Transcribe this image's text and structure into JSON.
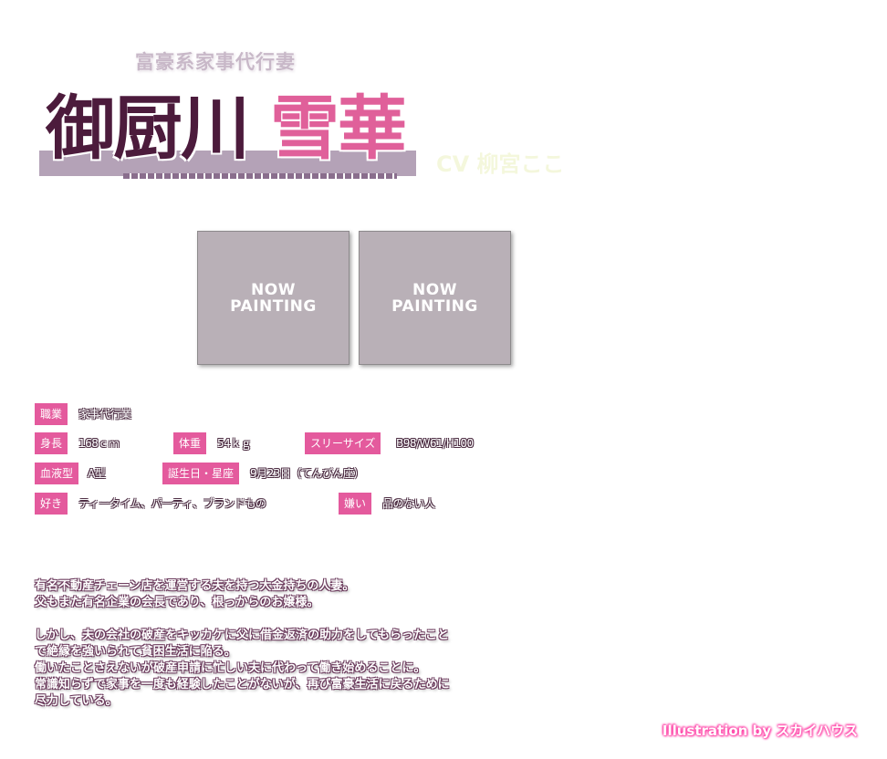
{
  "header": {
    "tagline": "富豪系家事代行妻",
    "name_family": "御厨川",
    "name_given": "雪華",
    "cv": "CV 柳宮ここ"
  },
  "thumbnails": [
    {
      "line1": "NOW",
      "line2": "PAINTING"
    },
    {
      "line1": "NOW",
      "line2": "PAINTING"
    }
  ],
  "profile": {
    "occupation_label": "職業",
    "occupation_value": "家事代行業",
    "height_label": "身長",
    "height_value": "168ｃｍ",
    "weight_label": "体重",
    "weight_value": "54ｋｇ",
    "sizes_label": "スリーサイズ",
    "sizes_value": "B98/W61/H100",
    "blood_label": "血液型",
    "blood_value": "A型",
    "birthday_label": "誕生日・星座",
    "birthday_value": "9月23日（てんびん座）",
    "likes_label": "好き",
    "likes_value": "ティータイム、パーティ、ブランドもの",
    "dislikes_label": "嫌い",
    "dislikes_value": "品のない人"
  },
  "description": {
    "p1_l1": "有名不動産チェーン店を運営する夫を持つ大金持ちの人妻。",
    "p1_l2": "父もまた有名企業の会長であり、根っからのお嬢様。",
    "p2_l1": "しかし、夫の会社の破産をキッカケに父に借金返済の助力をしてもらったこと",
    "p2_l2": "で絶縁を強いられて貧困生活に陥る。",
    "p2_l3": "働いたことさえないが破産申請に忙しい夫に代わって働き始めることに。",
    "p2_l4": "常識知らずで家事を一度も経験したことがないが、再び富豪生活に戻るために",
    "p2_l5": "尽力している。"
  },
  "credit": "Illustration by スカイハウス"
}
